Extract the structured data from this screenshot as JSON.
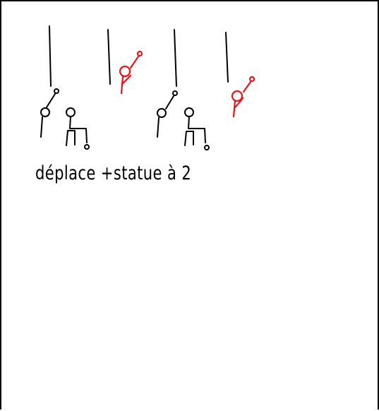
{
  "caption": "déplace +statue à 2",
  "colors": {
    "ink": "#000000",
    "highlight": "#e8141b",
    "background": "#ffffff"
  },
  "groups": [
    {
      "rope": "hanging-rope",
      "figures": [
        "figure-reaching-up",
        "figure-seated-on-chair"
      ]
    },
    {
      "rope": "hanging-rope",
      "figures": [
        "red-figure-reaching-up"
      ]
    },
    {
      "rope": "hanging-rope",
      "figures": [
        "figure-reaching-up",
        "figure-seated-on-chair"
      ]
    },
    {
      "rope": "hanging-rope",
      "figures": [
        "red-figure-reaching-up"
      ]
    }
  ]
}
